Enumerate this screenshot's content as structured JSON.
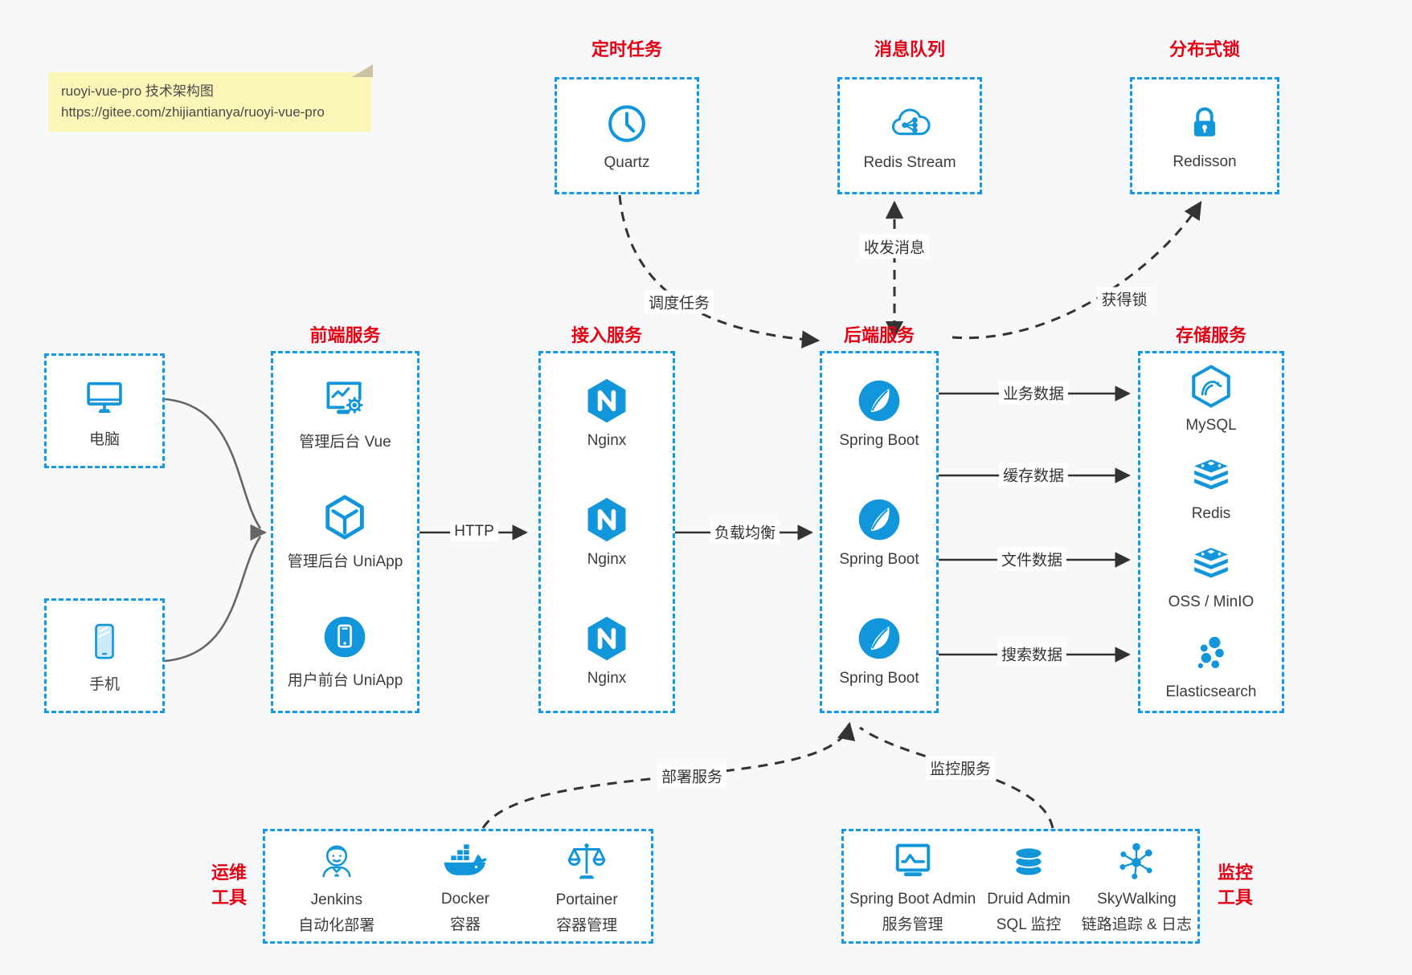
{
  "note": {
    "line1": "ruoyi-vue-pro 技术架构图",
    "line2": "https://gitee.com/zhijiantianya/ruoyi-vue-pro"
  },
  "top_groups": [
    {
      "title": "定时任务",
      "item": {
        "label": "Quartz",
        "icon": "clock-icon"
      }
    },
    {
      "title": "消息队列",
      "item": {
        "label": "Redis Stream",
        "icon": "cloud-message-icon"
      }
    },
    {
      "title": "分布式锁",
      "item": {
        "label": "Redisson",
        "icon": "lock-icon"
      }
    }
  ],
  "clients": [
    {
      "label": "电脑",
      "icon": "desktop-icon"
    },
    {
      "label": "手机",
      "icon": "phone-icon"
    }
  ],
  "columns": {
    "frontend": {
      "title": "前端服务",
      "items": [
        {
          "label": "管理后台 Vue",
          "icon": "admin-dashboard-icon"
        },
        {
          "label": "管理后台 UniApp",
          "icon": "cube-icon"
        },
        {
          "label": "用户前台 UniApp",
          "icon": "mobile-app-icon"
        }
      ]
    },
    "gateway": {
      "title": "接入服务",
      "items": [
        {
          "label": "Nginx",
          "icon": "nginx-icon"
        },
        {
          "label": "Nginx",
          "icon": "nginx-icon"
        },
        {
          "label": "Nginx",
          "icon": "nginx-icon"
        }
      ]
    },
    "backend": {
      "title": "后端服务",
      "items": [
        {
          "label": "Spring Boot",
          "icon": "spring-icon"
        },
        {
          "label": "Spring Boot",
          "icon": "spring-icon"
        },
        {
          "label": "Spring Boot",
          "icon": "spring-icon"
        }
      ]
    },
    "storage": {
      "title": "存储服务",
      "items": [
        {
          "label": "MySQL",
          "icon": "mysql-icon"
        },
        {
          "label": "Redis",
          "icon": "redis-stack-icon"
        },
        {
          "label": "OSS / MinIO",
          "icon": "storage-stack-icon"
        },
        {
          "label": "Elasticsearch",
          "icon": "elasticsearch-icon"
        }
      ]
    }
  },
  "bottom_groups": {
    "ops": {
      "label_line1": "运维",
      "label_line2": "工具",
      "items": [
        {
          "name": "Jenkins",
          "desc": "自动化部署",
          "icon": "jenkins-icon"
        },
        {
          "name": "Docker",
          "desc": "容器",
          "icon": "docker-icon"
        },
        {
          "name": "Portainer",
          "desc": "容器管理",
          "icon": "scales-icon"
        }
      ]
    },
    "monitoring": {
      "label_line1": "监控",
      "label_line2": "工具",
      "items": [
        {
          "name": "Spring Boot Admin",
          "desc": "服务管理",
          "icon": "monitor-chart-icon"
        },
        {
          "name": "Druid Admin",
          "desc": "SQL 监控",
          "icon": "database-icon"
        },
        {
          "name": "SkyWalking",
          "desc": "链路追踪 & 日志",
          "icon": "topology-icon"
        }
      ]
    }
  },
  "edges": {
    "http": "HTTP",
    "load_balance": "负载均衡",
    "schedule_task": "调度任务",
    "send_receive_message": "收发消息",
    "acquire_lock": "获得锁",
    "business_data": "业务数据",
    "cache_data": "缓存数据",
    "file_data": "文件数据",
    "search_data": "搜索数据",
    "deploy_service": "部署服务",
    "monitor_service": "监控服务"
  },
  "colors": {
    "border_blue": "#1499e8",
    "icon_blue": "#1296db",
    "title_red": "#e60013",
    "arrow_black": "#333333",
    "arrow_gray": "#666666",
    "background": "#f7f8f9",
    "box_background": "#ffffff",
    "note_bg": "#fbf5b7"
  }
}
